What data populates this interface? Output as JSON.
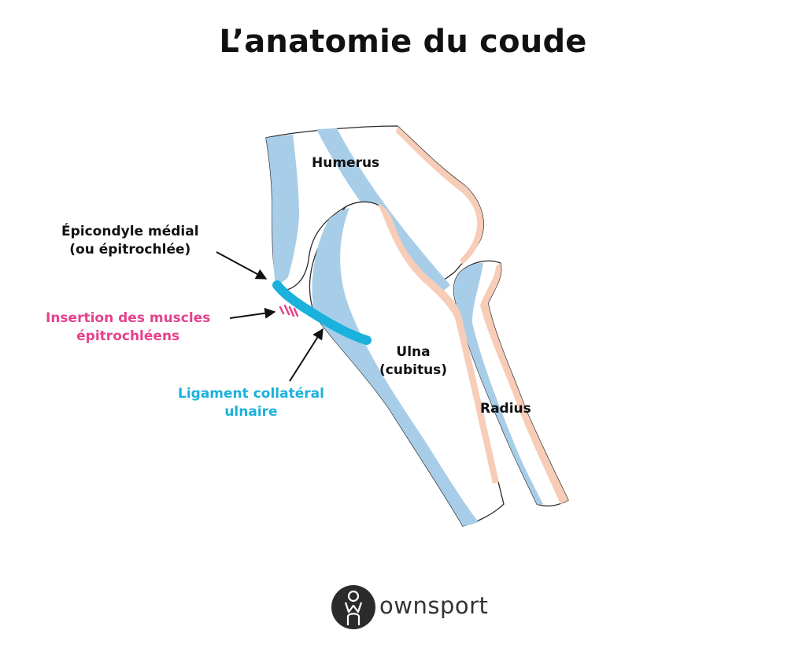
{
  "title": "L’anatomie du coude",
  "labels": {
    "humerus": "Humerus",
    "epicondyle": [
      "Épicondyle médial",
      "(ou épitrochlée)"
    ],
    "insertion": [
      "Insertion des muscles",
      "épitrochléens"
    ],
    "ligament": [
      "Ligament collatéral",
      "ulnaire"
    ],
    "ulna": [
      "Ulna",
      "(cubitus)"
    ],
    "radius": "Radius"
  },
  "colors": {
    "text": "#111111",
    "insertion": "#e4428e",
    "ligament": "#1ab1dc",
    "bone_blue": "#a8cde8",
    "bone_peach": "#f7cdb8",
    "outline": "#2a2a2a"
  },
  "brand": {
    "name": "ownsport",
    "icon": "ownsport-logo-icon"
  }
}
